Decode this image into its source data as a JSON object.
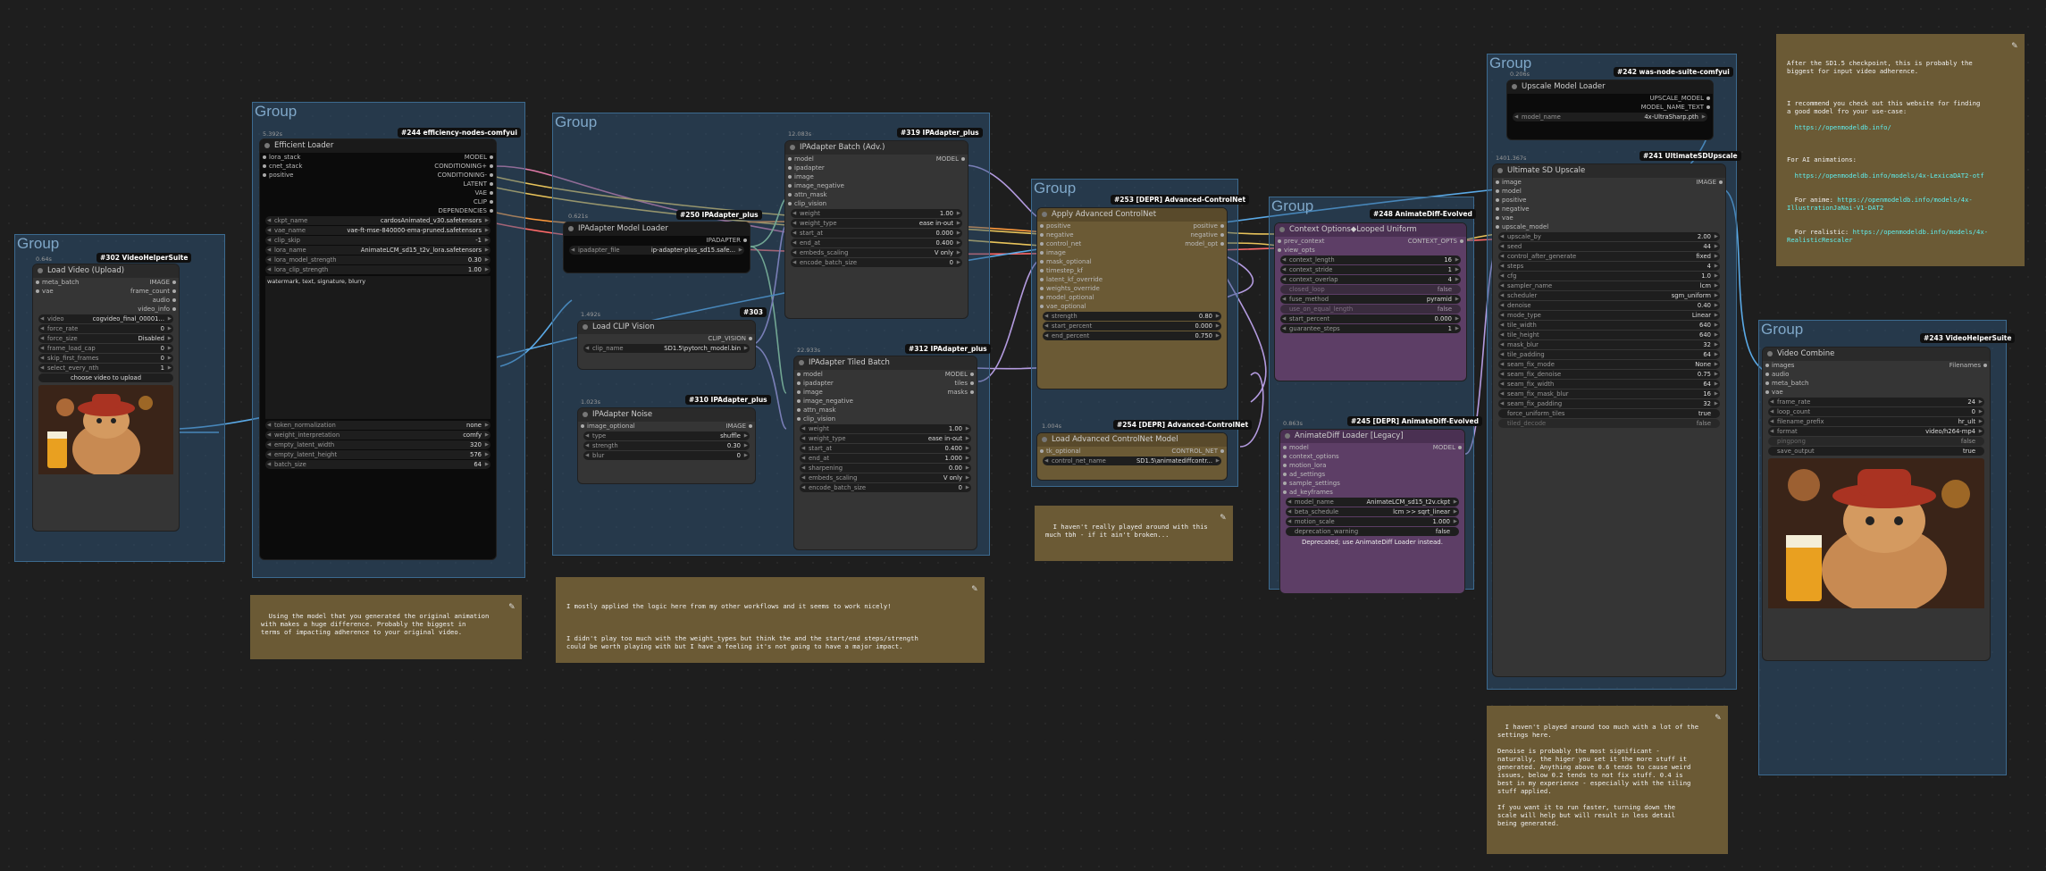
{
  "groups": {
    "label": "Group"
  },
  "video_load": {
    "badge": "#302 VideoHelperSuite",
    "timing": "0.64s",
    "title": "Load Video (Upload)",
    "out_image": "IMAGE",
    "in_meta": "meta_batch",
    "in_vae": "vae",
    "out_frame": "frame_count",
    "out_audio": "audio",
    "out_info": "video_info",
    "w": [
      [
        "video",
        "cogvideo_final_00001..."
      ],
      [
        "force_rate",
        "0"
      ],
      [
        "force_size",
        "Disabled"
      ],
      [
        "frame_load_cap",
        "0"
      ],
      [
        "skip_first_frames",
        "0"
      ],
      [
        "select_every_nth",
        "1"
      ]
    ],
    "upload": "choose video to upload"
  },
  "eff": {
    "badge": "#244 efficiency-nodes-comfyui",
    "timing": "5.392s",
    "title": "Efficient Loader",
    "ins": [
      "lora_stack",
      "cnet_stack",
      "positive"
    ],
    "outs": [
      "MODEL",
      "CONDITIONING+",
      "CONDITIONING-",
      "LATENT",
      "VAE",
      "CLIP",
      "DEPENDENCIES"
    ],
    "w1": [
      [
        "ckpt_name",
        "cardosAnimated_v30.safetensors"
      ],
      [
        "vae_name",
        "vae-ft-mse-840000-ema-pruned.safetensors"
      ],
      [
        "clip_skip",
        "-1"
      ],
      [
        "lora_name",
        "AnimateLCM_sd15_t2v_lora.safetensors"
      ],
      [
        "lora_model_strength",
        "0.30"
      ],
      [
        "lora_clip_strength",
        "1.00"
      ]
    ],
    "neg": "watermark, text, signature, blurry",
    "w2": [
      [
        "token_normalization",
        "none"
      ],
      [
        "weight_interpretation",
        "comfy"
      ],
      [
        "empty_latent_width",
        "320"
      ],
      [
        "empty_latent_height",
        "576"
      ],
      [
        "batch_size",
        "64"
      ]
    ]
  },
  "ipa_loader": {
    "badge": "#250 IPAdapter_plus",
    "timing": "0.621s",
    "title": "IPAdapter Model Loader",
    "out": "IPADAPTER",
    "w": [
      [
        "ipadapter_file",
        "ip-adapter-plus_sd15.safe..."
      ]
    ]
  },
  "clip_vis": {
    "badge": "#303",
    "timing": "1.492s",
    "title": "Load CLIP Vision",
    "out": "CLIP_VISION",
    "w": [
      [
        "clip_name",
        "SD1.5\\pytorch_model.bin"
      ]
    ]
  },
  "ipa_noise": {
    "badge": "#310 IPAdapter_plus",
    "timing": "1.023s",
    "title": "IPAdapter Noise",
    "in": "image_optional",
    "out": "IMAGE",
    "w": [
      [
        "type",
        "shuffle"
      ],
      [
        "strength",
        "0.30"
      ],
      [
        "blur",
        "0"
      ]
    ]
  },
  "ipa_batch": {
    "badge": "#319 IPAdapter_plus",
    "timing": "12.083s",
    "title": "IPAdapter Batch (Adv.)",
    "out": "MODEL",
    "ins": [
      "model",
      "ipadapter",
      "image",
      "image_negative",
      "attn_mask",
      "clip_vision"
    ],
    "w": [
      [
        "weight",
        "1.00"
      ],
      [
        "weight_type",
        "ease in-out"
      ],
      [
        "start_at",
        "0.000"
      ],
      [
        "end_at",
        "0.400"
      ],
      [
        "embeds_scaling",
        "V only"
      ],
      [
        "encode_batch_size",
        "0"
      ]
    ]
  },
  "ipa_tiled": {
    "badge": "#312 IPAdapter_plus",
    "timing": "22.933s",
    "title": "IPAdapter Tiled Batch",
    "outs": [
      "MODEL",
      "tiles",
      "masks"
    ],
    "ins": [
      "model",
      "ipadapter",
      "image",
      "image_negative",
      "attn_mask",
      "clip_vision"
    ],
    "w": [
      [
        "weight",
        "1.00"
      ],
      [
        "weight_type",
        "ease in-out"
      ],
      [
        "start_at",
        "0.400"
      ],
      [
        "end_at",
        "1.000"
      ],
      [
        "sharpening",
        "0.00"
      ],
      [
        "embeds_scaling",
        "V only"
      ],
      [
        "encode_batch_size",
        "0"
      ]
    ]
  },
  "acn": {
    "badge": "#253 [DEPR] Advanced-ControlNet",
    "title": "Apply Advanced ControlNet",
    "ins": [
      "positive",
      "negative",
      "control_net",
      "image",
      "mask_optional",
      "timestep_kf",
      "latent_kf_override",
      "weights_override",
      "model_optional",
      "vae_optional"
    ],
    "outs": [
      "positive",
      "negative",
      "model_opt"
    ],
    "w": [
      [
        "strength",
        "0.80"
      ],
      [
        "start_percent",
        "0.000"
      ],
      [
        "end_percent",
        "0.750"
      ]
    ]
  },
  "acn_loader": {
    "badge": "#254 [DEPR] Advanced-ControlNet",
    "timing": "1.004s",
    "title": "Load Advanced ControlNet Model",
    "in": "tk_optional",
    "out": "CONTROL_NET",
    "w": [
      [
        "control_net_name",
        "SD1.5\\animatediffcontr..."
      ]
    ]
  },
  "ctx": {
    "badge": "#248 AnimateDiff-Evolved",
    "title": "Context Options◆Looped Uniform",
    "ins": [
      "prev_context",
      "view_opts"
    ],
    "out": "CONTEXT_OPTS",
    "w": [
      [
        "context_length",
        "16"
      ],
      [
        "context_stride",
        "1"
      ],
      [
        "context_overlap",
        "4"
      ],
      [
        "closed_loop",
        "false"
      ],
      [
        "fuse_method",
        "pyramid"
      ],
      [
        "use_on_equal_length",
        "false"
      ],
      [
        "start_percent",
        "0.000"
      ],
      [
        "guarantee_steps",
        "1"
      ]
    ]
  },
  "adl": {
    "badge": "#245 [DEPR] AnimateDiff-Evolved",
    "timing": "0.863s",
    "title": "AnimateDiff Loader [Legacy]",
    "ins": [
      "model",
      "context_options",
      "motion_lora",
      "ad_settings",
      "sample_settings",
      "ad_keyframes"
    ],
    "out": "MODEL",
    "w": [
      [
        "model_name",
        "AnimateLCM_sd15_t2v.ckpt"
      ],
      [
        "beta_schedule",
        "lcm >> sqrt_linear"
      ],
      [
        "motion_scale",
        "1.000"
      ],
      [
        "deprecation_warning",
        "false"
      ]
    ],
    "warn": "Deprecated; use AnimateDiff Loader instead."
  },
  "upm": {
    "badge": "#242 was-node-suite-comfyui",
    "timing": "0.206s",
    "title": "Upscale Model Loader",
    "outs": [
      "UPSCALE_MODEL",
      "MODEL_NAME_TEXT"
    ],
    "w": [
      [
        "model_name",
        "4x-UltraSharp.pth"
      ]
    ]
  },
  "usd": {
    "badge": "#241 UltimateSDUpscale",
    "timing": "1401.367s",
    "title": "Ultimate SD Upscale",
    "ins": [
      "image",
      "model",
      "positive",
      "negative",
      "vae",
      "upscale_model"
    ],
    "out": "IMAGE",
    "w": [
      [
        "upscale_by",
        "2.00"
      ],
      [
        "seed",
        "44"
      ],
      [
        "control_after_generate",
        "fixed"
      ],
      [
        "steps",
        "4"
      ],
      [
        "cfg",
        "1.0"
      ],
      [
        "sampler_name",
        "lcm"
      ],
      [
        "scheduler",
        "sgm_uniform"
      ],
      [
        "denoise",
        "0.40"
      ],
      [
        "mode_type",
        "Linear"
      ],
      [
        "tile_width",
        "640"
      ],
      [
        "tile_height",
        "640"
      ],
      [
        "mask_blur",
        "32"
      ],
      [
        "tile_padding",
        "64"
      ],
      [
        "seam_fix_mode",
        "None"
      ],
      [
        "seam_fix_denoise",
        "0.75"
      ],
      [
        "seam_fix_width",
        "64"
      ],
      [
        "seam_fix_mask_blur",
        "16"
      ],
      [
        "seam_fix_padding",
        "32"
      ],
      [
        "force_uniform_tiles",
        "true"
      ],
      [
        "tiled_decode",
        "false"
      ]
    ]
  },
  "vc": {
    "badge": "#243 VideoHelperSuite",
    "title": "Video Combine",
    "ins": [
      "images",
      "audio",
      "meta_batch",
      "vae"
    ],
    "out": "Filenames",
    "w": [
      [
        "frame_rate",
        "24"
      ],
      [
        "loop_count",
        "0"
      ],
      [
        "filename_prefix",
        "hr_ult"
      ],
      [
        "format",
        "video/h264-mp4"
      ],
      [
        "pingpong",
        "false"
      ],
      [
        "save_output",
        "true"
      ]
    ]
  },
  "notes": {
    "n1": "Using the model that you generated the original animation\nwith makes a huge difference. Probably the biggest in\nterms of impacting adherence to your original video.",
    "n2a": "I mostly applied the logic here from my other workflows and it seems to work nicely!",
    "n2b": "I didn't play too much with the weight_types but think the and the start/end steps/strength\ncould be worth playing with but I have a feeling it's not going to have a major impact.",
    "n3": "I haven't really played around with this\nmuch tbh - if it ain't broken...",
    "n4a": "After the SD1.5 checkpoint, this is probably the\nbiggest for input video adherence.",
    "n4b": "I recommend you check out this website for finding\na good model fro your use-case:",
    "n4b_link": "https://openmodeldb.info/",
    "n4c": "For AI animations:",
    "n4c_link": "https://openmodeldb.info/models/4x-LexicaDAT2-otf",
    "n4d": "For anime:",
    "n4d_link": "https://openmodeldb.info/models/4x-IllustrationJaNai-V1-DAT2",
    "n4e": "For realistic:",
    "n4e_link": "https://openmodeldb.info/models/4x-RealisticRescaler",
    "n5": "I haven't played around too much with a lot of the\nsettings here.\n\nDenoise is probably the most significant -\nnaturally, the higer you set it the more stuff it\ngenerated. Anything above 0.6 tends to cause weird\nissues, below 0.2 tends to not fix stuff. 0.4 is\nbest in my experience - especially with the tiling\nstuff applied.\n\nIf you want it to run faster, turning down the\nscale will help but will result in less detail\nbeing generated."
  },
  "colors": {
    "group": "#305c82",
    "note": "#6b5a35",
    "purple": "#5d3e66",
    "wire_yellow": "#e8c35a",
    "wire_blue": "#5aa9e6",
    "wire_pink": "#e07aa8",
    "wire_orange": "#ff9a3c",
    "wire_lavender": "#b49be0"
  }
}
